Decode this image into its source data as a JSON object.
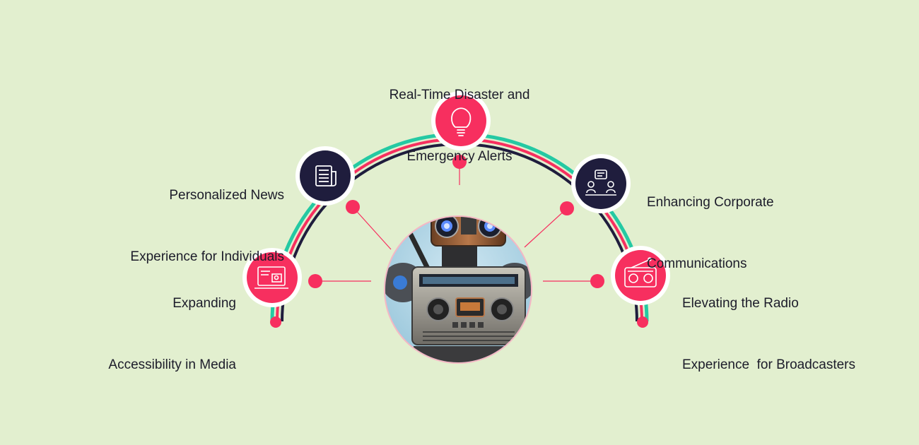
{
  "palette": {
    "background": "#e2efcf",
    "accent_pink": "#f72f5f",
    "navy": "#1f1d3d",
    "teal": "#24c9a3",
    "text": "#1c1c2a"
  },
  "nodes": [
    {
      "id": "real-time-alerts",
      "icon": "lightbulb-icon",
      "lines": [
        "Real-Time Disaster and",
        "Emergency Alerts"
      ]
    },
    {
      "id": "personalized-news",
      "icon": "newspaper-icon",
      "lines": [
        "Personalized News",
        "Experience for Individuals"
      ]
    },
    {
      "id": "expanding-accessibility",
      "icon": "monitor-media-icon",
      "lines": [
        "Expanding",
        "Accessibility in Media"
      ]
    },
    {
      "id": "corporate-communications",
      "icon": "meeting-chat-icon",
      "lines": [
        "Enhancing Corporate",
        "Communications"
      ]
    },
    {
      "id": "radio-experience",
      "icon": "radio-icon",
      "lines": [
        "Elevating the Radio",
        "Experience  for Broadcasters"
      ]
    }
  ]
}
